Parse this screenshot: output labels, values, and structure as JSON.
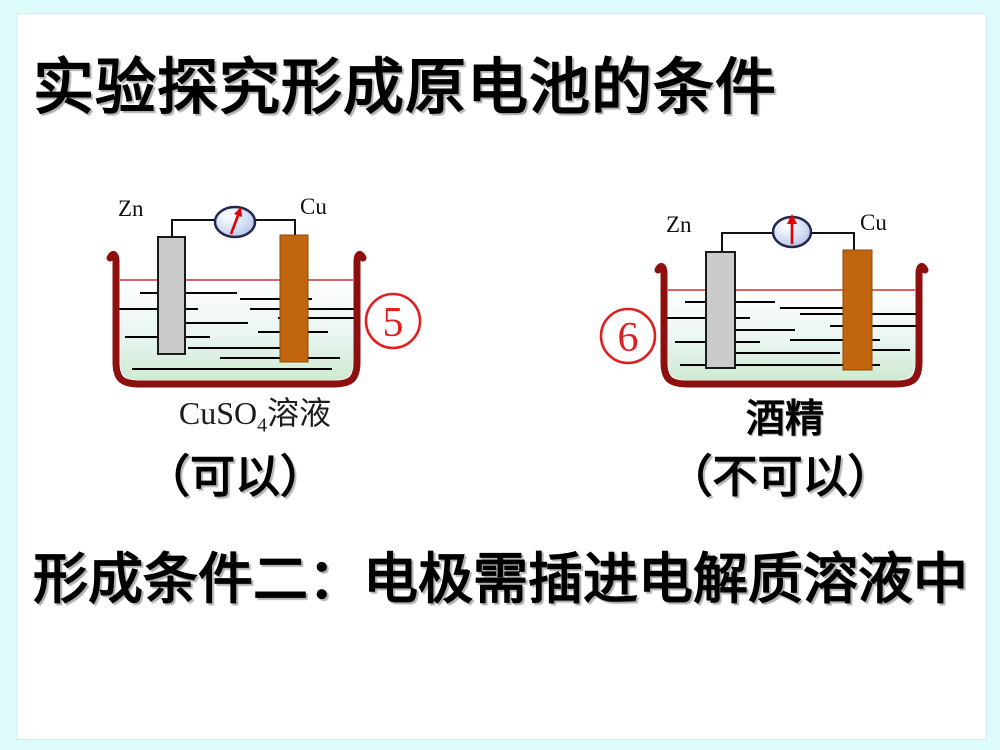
{
  "slide": {
    "title": "实验探究形成原电池的条件",
    "conclusion": "形成条件二：电极需插进电解质溶液中"
  },
  "left_cell": {
    "electrode_left_label": "Zn",
    "electrode_right_label": "Cu",
    "badge_number": "5",
    "solution_formula": "CuSO",
    "solution_subscript": "4",
    "solution_word": "溶液",
    "verdict": "（可以）",
    "meter_state": "needle-deflected"
  },
  "right_cell": {
    "electrode_left_label": "Zn",
    "electrode_right_label": "Cu",
    "badge_number": "6",
    "solution": "酒精",
    "verdict": "（不可以）",
    "meter_state": "needle-vertical"
  },
  "colors": {
    "frame_background": "#defbfb",
    "beaker_outline": "#8e0f0f",
    "copper_electrode": "#c1660f",
    "zinc_electrode": "#cbcbcb",
    "badge_red": "#e02020",
    "solution_surface_line": "#cc3333"
  }
}
